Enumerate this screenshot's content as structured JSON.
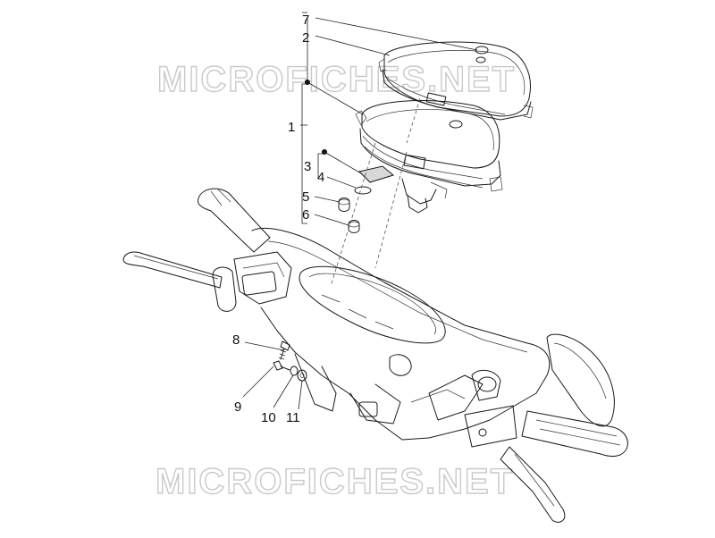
{
  "watermarks": [
    "MICROFICHES.NET",
    "MICROFICHES.NET"
  ],
  "callouts": [
    {
      "id": "7",
      "label": "7"
    },
    {
      "id": "2",
      "label": "2"
    },
    {
      "id": "1",
      "label": "1"
    },
    {
      "id": "3",
      "label": "3"
    },
    {
      "id": "4",
      "label": "4"
    },
    {
      "id": "5",
      "label": "5"
    },
    {
      "id": "6",
      "label": "6"
    },
    {
      "id": "8",
      "label": "8"
    },
    {
      "id": "9",
      "label": "9"
    },
    {
      "id": "10",
      "label": "10"
    },
    {
      "id": "11",
      "label": "11"
    }
  ]
}
